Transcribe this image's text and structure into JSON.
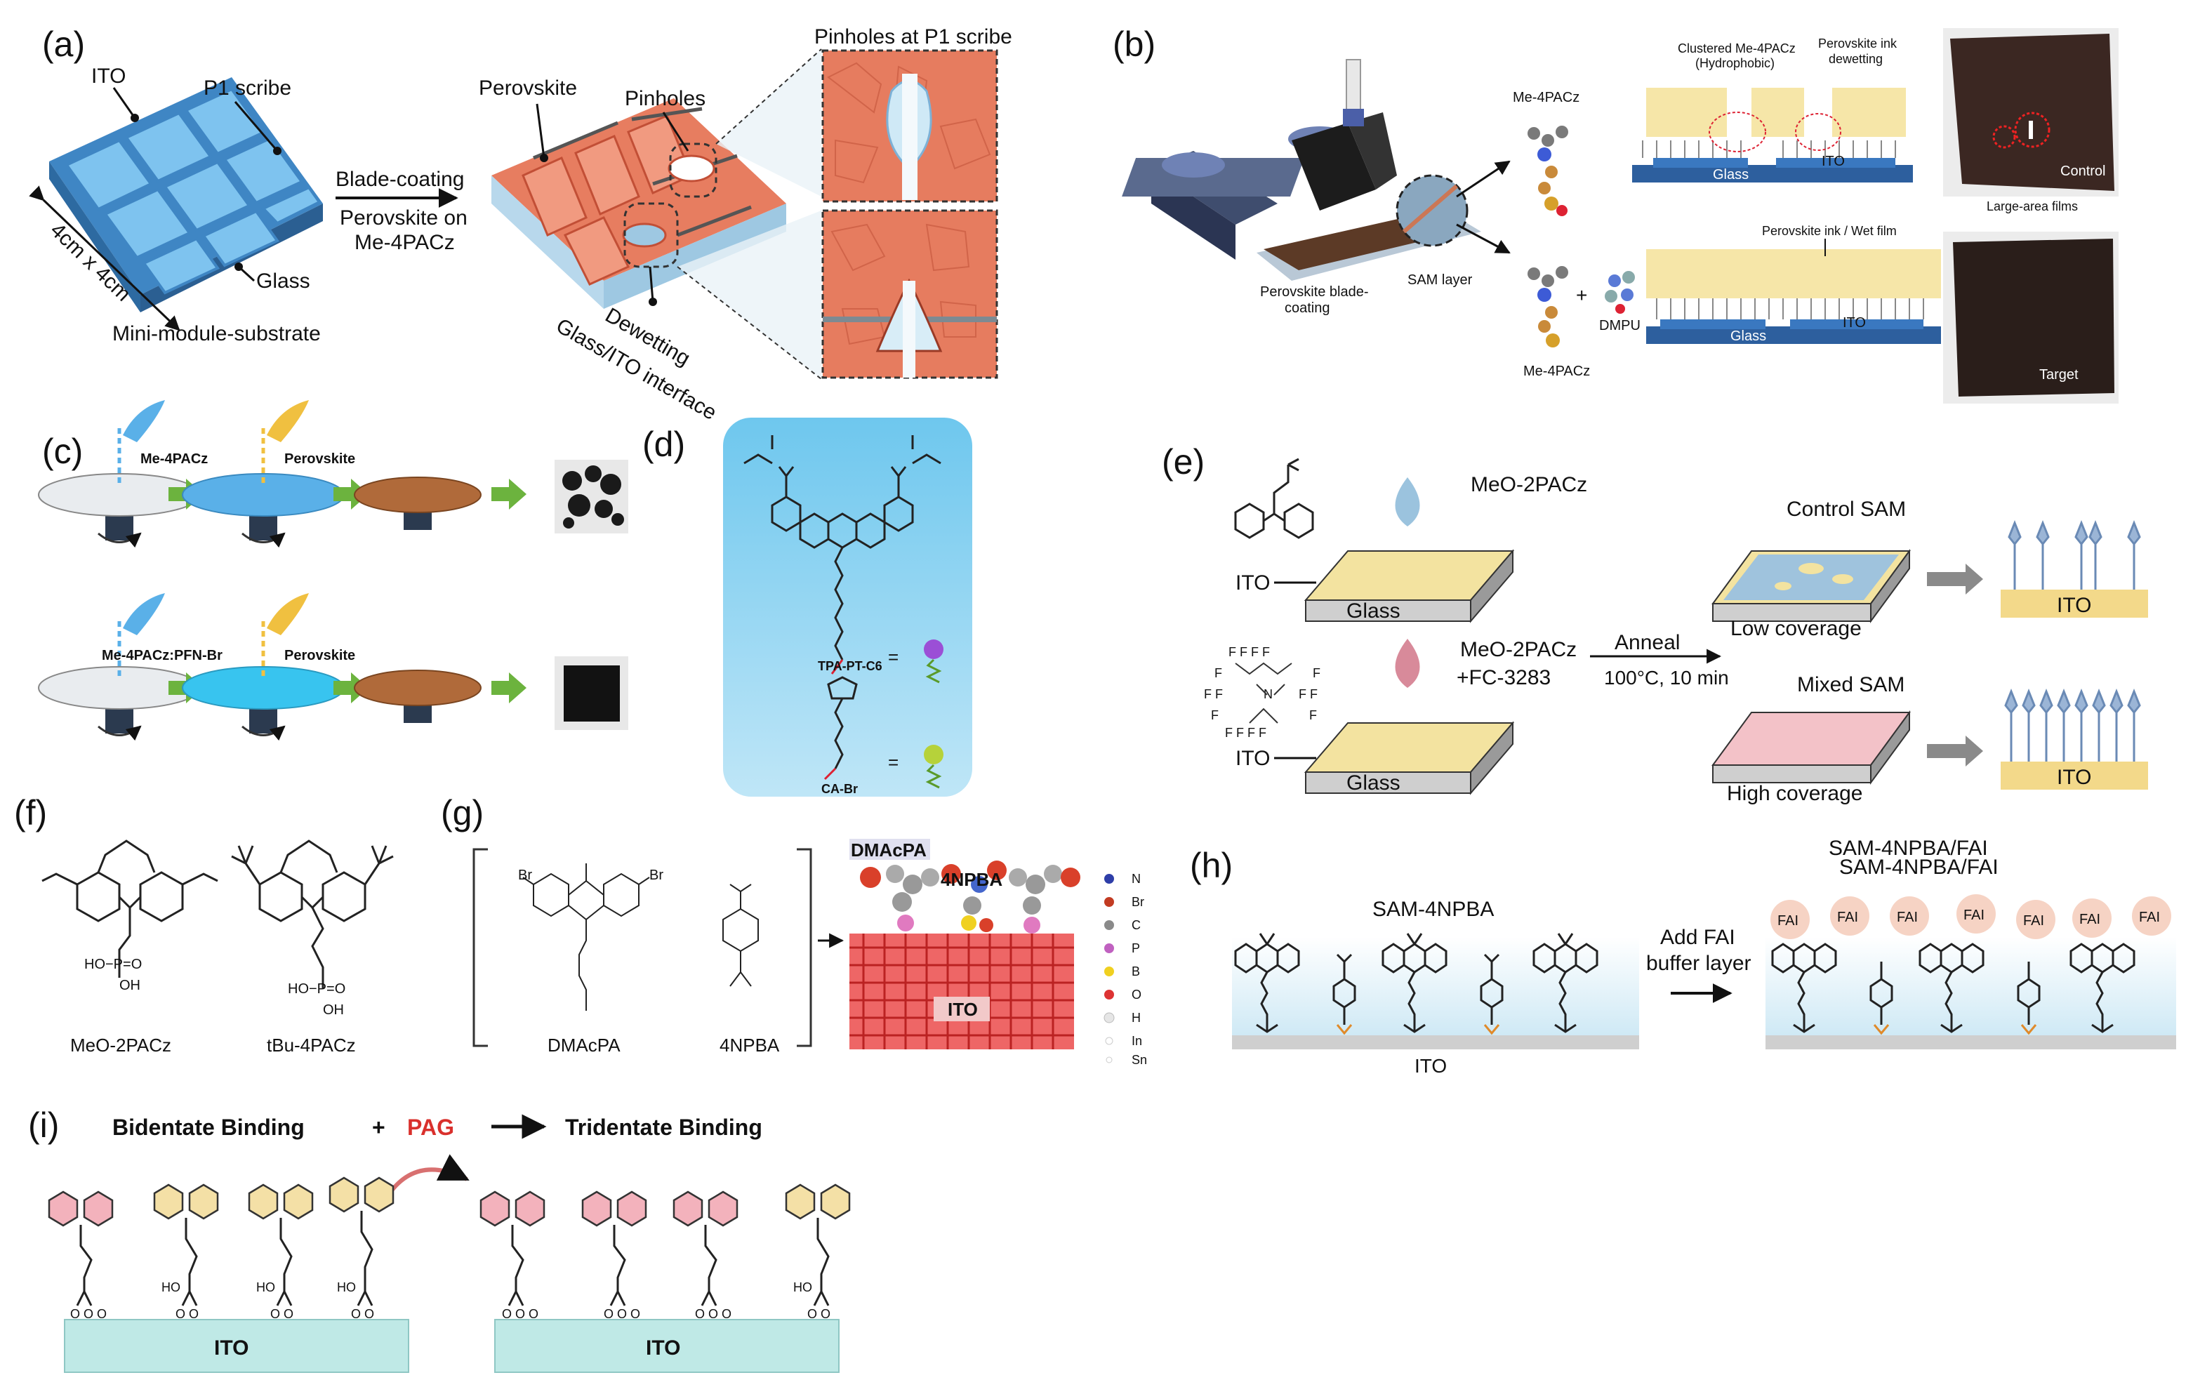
{
  "panel_labels": {
    "a": "(a)",
    "b": "(b)",
    "c": "(c)",
    "d": "(d)",
    "e": "(e)",
    "f": "(f)",
    "g": "(g)",
    "h": "(h)",
    "i": "(i)"
  },
  "a": {
    "ito": "ITO",
    "p1": "P1 scribe",
    "glass": "Glass",
    "dim": "4cm x 4cm",
    "substrate": "Mini-module-substrate",
    "arrow_top": "Blade-coating",
    "arrow_bot1": "Perovskite on",
    "arrow_bot2": "Me-4PACz",
    "perovskite": "Perovskite",
    "pinholes": "Pinholes",
    "dewetting": "Dewetting",
    "interface": "Glass/ITO interface",
    "zoom_title": "Pinholes at P1 scribe"
  },
  "b": {
    "me4pacz_top": "Me-4PACz",
    "me4pacz_bot": "Me-4PACz",
    "dmpu": "DMPU",
    "sam": "SAM layer",
    "blade1": "Perovskite blade-",
    "blade2": "coating",
    "clustered1": "Clustered Me-4PACz",
    "clustered2": "(Hydrophobic)",
    "ink1": "Perovskite ink",
    "ink2": "dewetting",
    "glass": "Glass",
    "ito": "ITO",
    "wet": "Perovskite ink / Wet film",
    "control": "Control",
    "target": "Target",
    "large": "Large-area films"
  },
  "c": {
    "me4pacz": "Me-4PACz",
    "perovskite1": "Perovskite",
    "mix": "Me-4PACz:PFN-Br",
    "perovskite2": "Perovskite"
  },
  "d": {
    "tpa": "TPA-PT-C6",
    "ca": "CA-Br",
    "eq": "="
  },
  "e": {
    "meo": "MeO-2PACz",
    "meo2": "MeO-2PACz",
    "fc": "+FC-3283",
    "ito1": "ITO",
    "ito2": "ITO",
    "glass1": "Glass",
    "glass2": "Glass",
    "anneal": "Anneal",
    "cond": "100°C, 10 min",
    "control_sam": "Control SAM",
    "low": "Low coverage",
    "mixed_sam": "Mixed SAM",
    "high": "High coverage",
    "ito_r1": "ITO",
    "ito_r2": "ITO"
  },
  "f": {
    "m1": "MeO-2PACz",
    "m2": "tBu-4PACz"
  },
  "g": {
    "dmacpa": "DMAcPA",
    "npba": "4NPBA",
    "dmacpa_tag": "DMAcPA",
    "npba_tag": "4NPBA",
    "ito": "ITO",
    "legend": [
      "N",
      "Br",
      "C",
      "P",
      "B",
      "O",
      "H",
      "In",
      "Sn"
    ]
  },
  "h": {
    "sam": "SAM-4NPBA",
    "add1": "Add FAI",
    "add2": "buffer layer",
    "result": "SAM-4NPBA/FAI",
    "result2": "SAM-4NPBA/FAI",
    "ito": "ITO",
    "fai": "FAI"
  },
  "i": {
    "bident": "Bidentate Binding",
    "plus": "+",
    "pag": "PAG",
    "trident": "Tridentate Binding",
    "ito1": "ITO",
    "ito2": "ITO"
  },
  "colors": {
    "ito_blue": "#5aa0d8",
    "perovskite": "#e06a4e",
    "glass_yellow": "#f3e3a0",
    "pink": "#f3c2c8",
    "ito_teal": "#bfe9e6",
    "pag_red": "#d9302c"
  }
}
